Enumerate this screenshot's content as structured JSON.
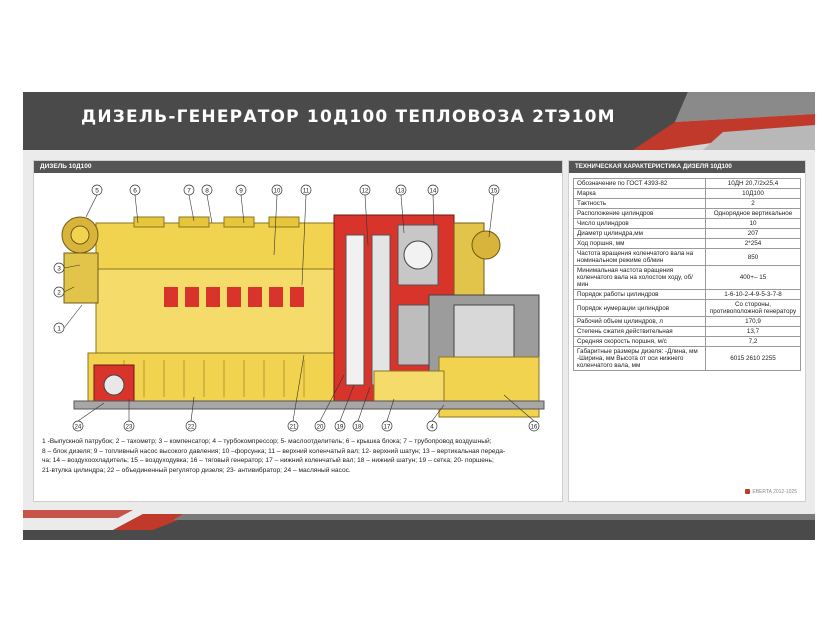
{
  "title": "ДИЗЕЛЬ-ГЕНЕРАТОР 10Д100 ТЕПЛОВОЗА 2ТЭ10М",
  "left_panel": {
    "header": "ДИЗЕЛЬ 10Д100",
    "callouts": [
      "1",
      "2",
      "3",
      "4",
      "5",
      "6",
      "7",
      "8",
      "9",
      "10",
      "11",
      "12",
      "13",
      "14",
      "15",
      "16",
      "17",
      "18",
      "19",
      "20",
      "21",
      "22",
      "23",
      "24"
    ],
    "legend_lines": [
      "1 -Выпускной патрубок; 2 – тахометр; 3 – компенсатор; 4 – турбокомпрессор; 5- маслоотделитель; 6 – крышка блока; 7 – трубопровод воздушный;",
      "8 – блок дизеля; 9 – топливный насос высокого давления; 10 –форсунка; 11 – верхний коленчатый вал; 12- верхний шатун; 13 – вертикальная переда-",
      "ча;  14 – воздухоохладитель; 15 – воздуходувка; 16 – тяговый генератор; 17 – нижний коленчатый вал; 18 – нижний шатун; 19 – сетка; 20- поршень;",
      "21-втулка цилиндра; 22 – объединенный регулятор дизеля;  23- антивибратор; 24 – масляный насос."
    ]
  },
  "right_panel": {
    "header": "ТЕХНИЧЕСКАЯ ХАРАКТЕРИСТИКА ДИЗЕЛЯ 10Д100",
    "rows": [
      {
        "label": "Обозначение по ГОСТ 4393-82",
        "value": "10ДН 20,7/2х25,4"
      },
      {
        "label": "Марка",
        "value": "10Д100"
      },
      {
        "label": "Тактность",
        "value": "2"
      },
      {
        "label": "Расположение цилиндров",
        "value": "Однорядное вертикальное"
      },
      {
        "label": "Число цилиндров",
        "value": "10"
      },
      {
        "label": "Диаметр цилиндра,мм",
        "value": "207"
      },
      {
        "label": "Ход поршня, мм",
        "value": "2*254"
      },
      {
        "label": "Частота вращения коленчатого вала на номинальном режиме об/мин",
        "value": "850"
      },
      {
        "label": "Минимальная частота вращения коленчатого вала на холостом ходу, об/мин",
        "value": "400+– 15"
      },
      {
        "label": "Порядок работы цилиндров",
        "value": "1-6-10-2-4-9-5-3-7-8"
      },
      {
        "label": "Порядок нумерации цилиндров",
        "value": "Со стороны, противоположной генератору"
      },
      {
        "label": "Рабочий объем цилиндров, л",
        "value": "170,9"
      },
      {
        "label": "Степень сжатия действительная",
        "value": "13,7"
      },
      {
        "label": "Средняя скорость поршня, м/с",
        "value": "7,2"
      },
      {
        "label": "Габаритные размеры дизеля: -Длина, мм -Ширина, мм Высота от оси нижнего коленчатого вала, мм",
        "value": "6015 2610 2255"
      }
    ]
  },
  "logo_text": "EBERTA 2012-1025",
  "colors": {
    "header_dark": "#4a4a4a",
    "accent_red": "#c0392b",
    "engine_yellow": "#f2d34f",
    "cutaway_red": "#d9342b"
  }
}
